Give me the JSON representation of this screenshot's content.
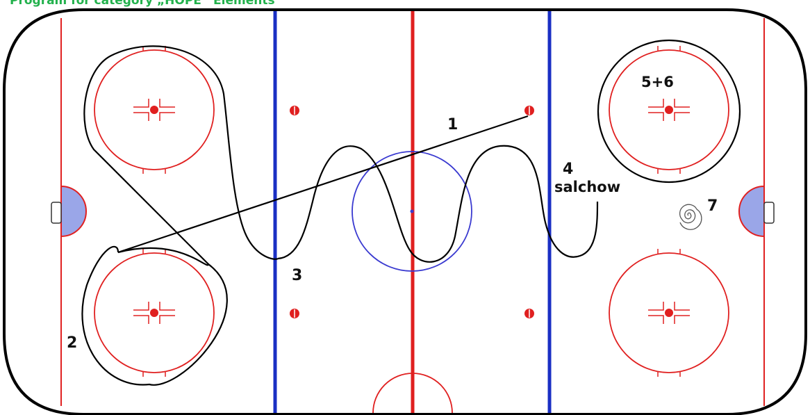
{
  "header": {
    "text": "Program for category „HOPE“ Elements"
  },
  "rink": {
    "board_color": "#000000",
    "red_line_color": "#e02020",
    "blue_line_color": "#1a2fc4",
    "crease_color": "#9aa6e8"
  },
  "path": {
    "color": "#000000"
  },
  "labels": {
    "l1": "1",
    "l2": "2",
    "l3": "3",
    "l4": "4",
    "l4b": "salchow",
    "l56": "5+6",
    "l7": "7"
  }
}
